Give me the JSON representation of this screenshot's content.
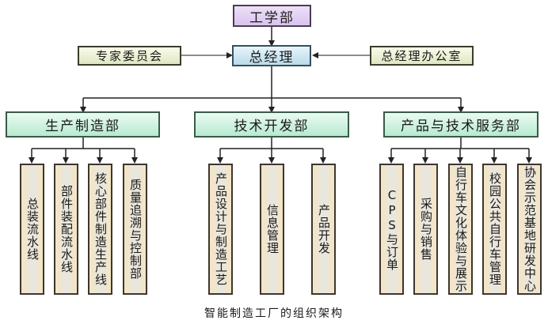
{
  "top": {
    "label": "工学部"
  },
  "ceo": {
    "label": "总经理"
  },
  "advisors": {
    "label": "专家委员会"
  },
  "office": {
    "label": "总经理办公室"
  },
  "departments": [
    {
      "label": "生产制造部",
      "units": [
        "总装流水线",
        "部件装配流水线",
        "核心部件制造生产线",
        "质量追溯与控制部"
      ]
    },
    {
      "label": "技术开发部",
      "units": [
        "产品设计与制造工艺",
        "信息管理",
        "产品开发"
      ]
    },
    {
      "label": "产品与技术服务部",
      "units": [
        "CPS与订单",
        "采购与销售",
        "自行车文化体验与展示",
        "校园公共自行车管理",
        "协会示范基地研发中心"
      ]
    }
  ],
  "caption": "智能制造工厂的组织架构"
}
